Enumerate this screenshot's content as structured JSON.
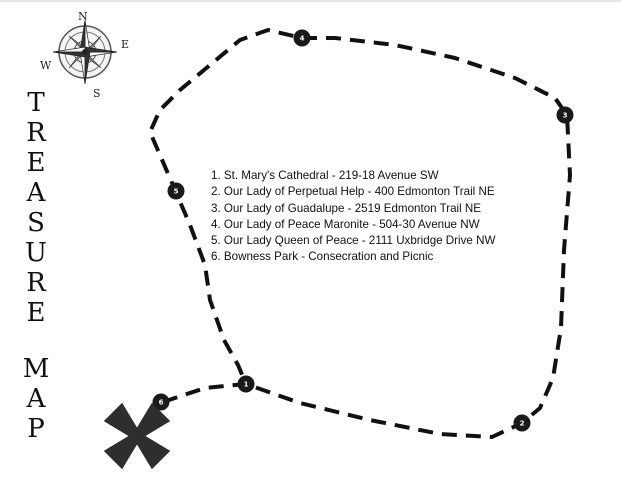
{
  "title_letters_1": [
    "T",
    "R",
    "E",
    "A",
    "S",
    "U",
    "R",
    "E"
  ],
  "title_letters_2": [
    "M",
    "A",
    "P"
  ],
  "compass": {
    "n": "N",
    "e": "E",
    "s": "S",
    "w": "W"
  },
  "stops": [
    {
      "number": "1",
      "label": "1. St. Mary's Cathedral - 219-18 Avenue SW"
    },
    {
      "number": "2",
      "label": "2. Our Lady of Perpetual Help - 400 Edmonton Trail NE"
    },
    {
      "number": "3",
      "label": "3. Our Lady of Guadalupe - 2519 Edmonton Trail NE"
    },
    {
      "number": "4",
      "label": "4. Our Lady of Peace Maronite - 504-30 Avenue NW"
    },
    {
      "number": "5",
      "label": "5. Our Lady Queen of Peace - 2111 Uxbridge Drive NW"
    },
    {
      "number": "6",
      "label": "6. Bowness Park - Consecration and Picnic"
    }
  ],
  "colors": {
    "ink": "#111111",
    "marker": "#1a1a1a",
    "x_mark": "#2e2e2e"
  },
  "icons": {
    "compass": "compass-rose-icon",
    "destination": "x-marks-the-spot-icon"
  }
}
